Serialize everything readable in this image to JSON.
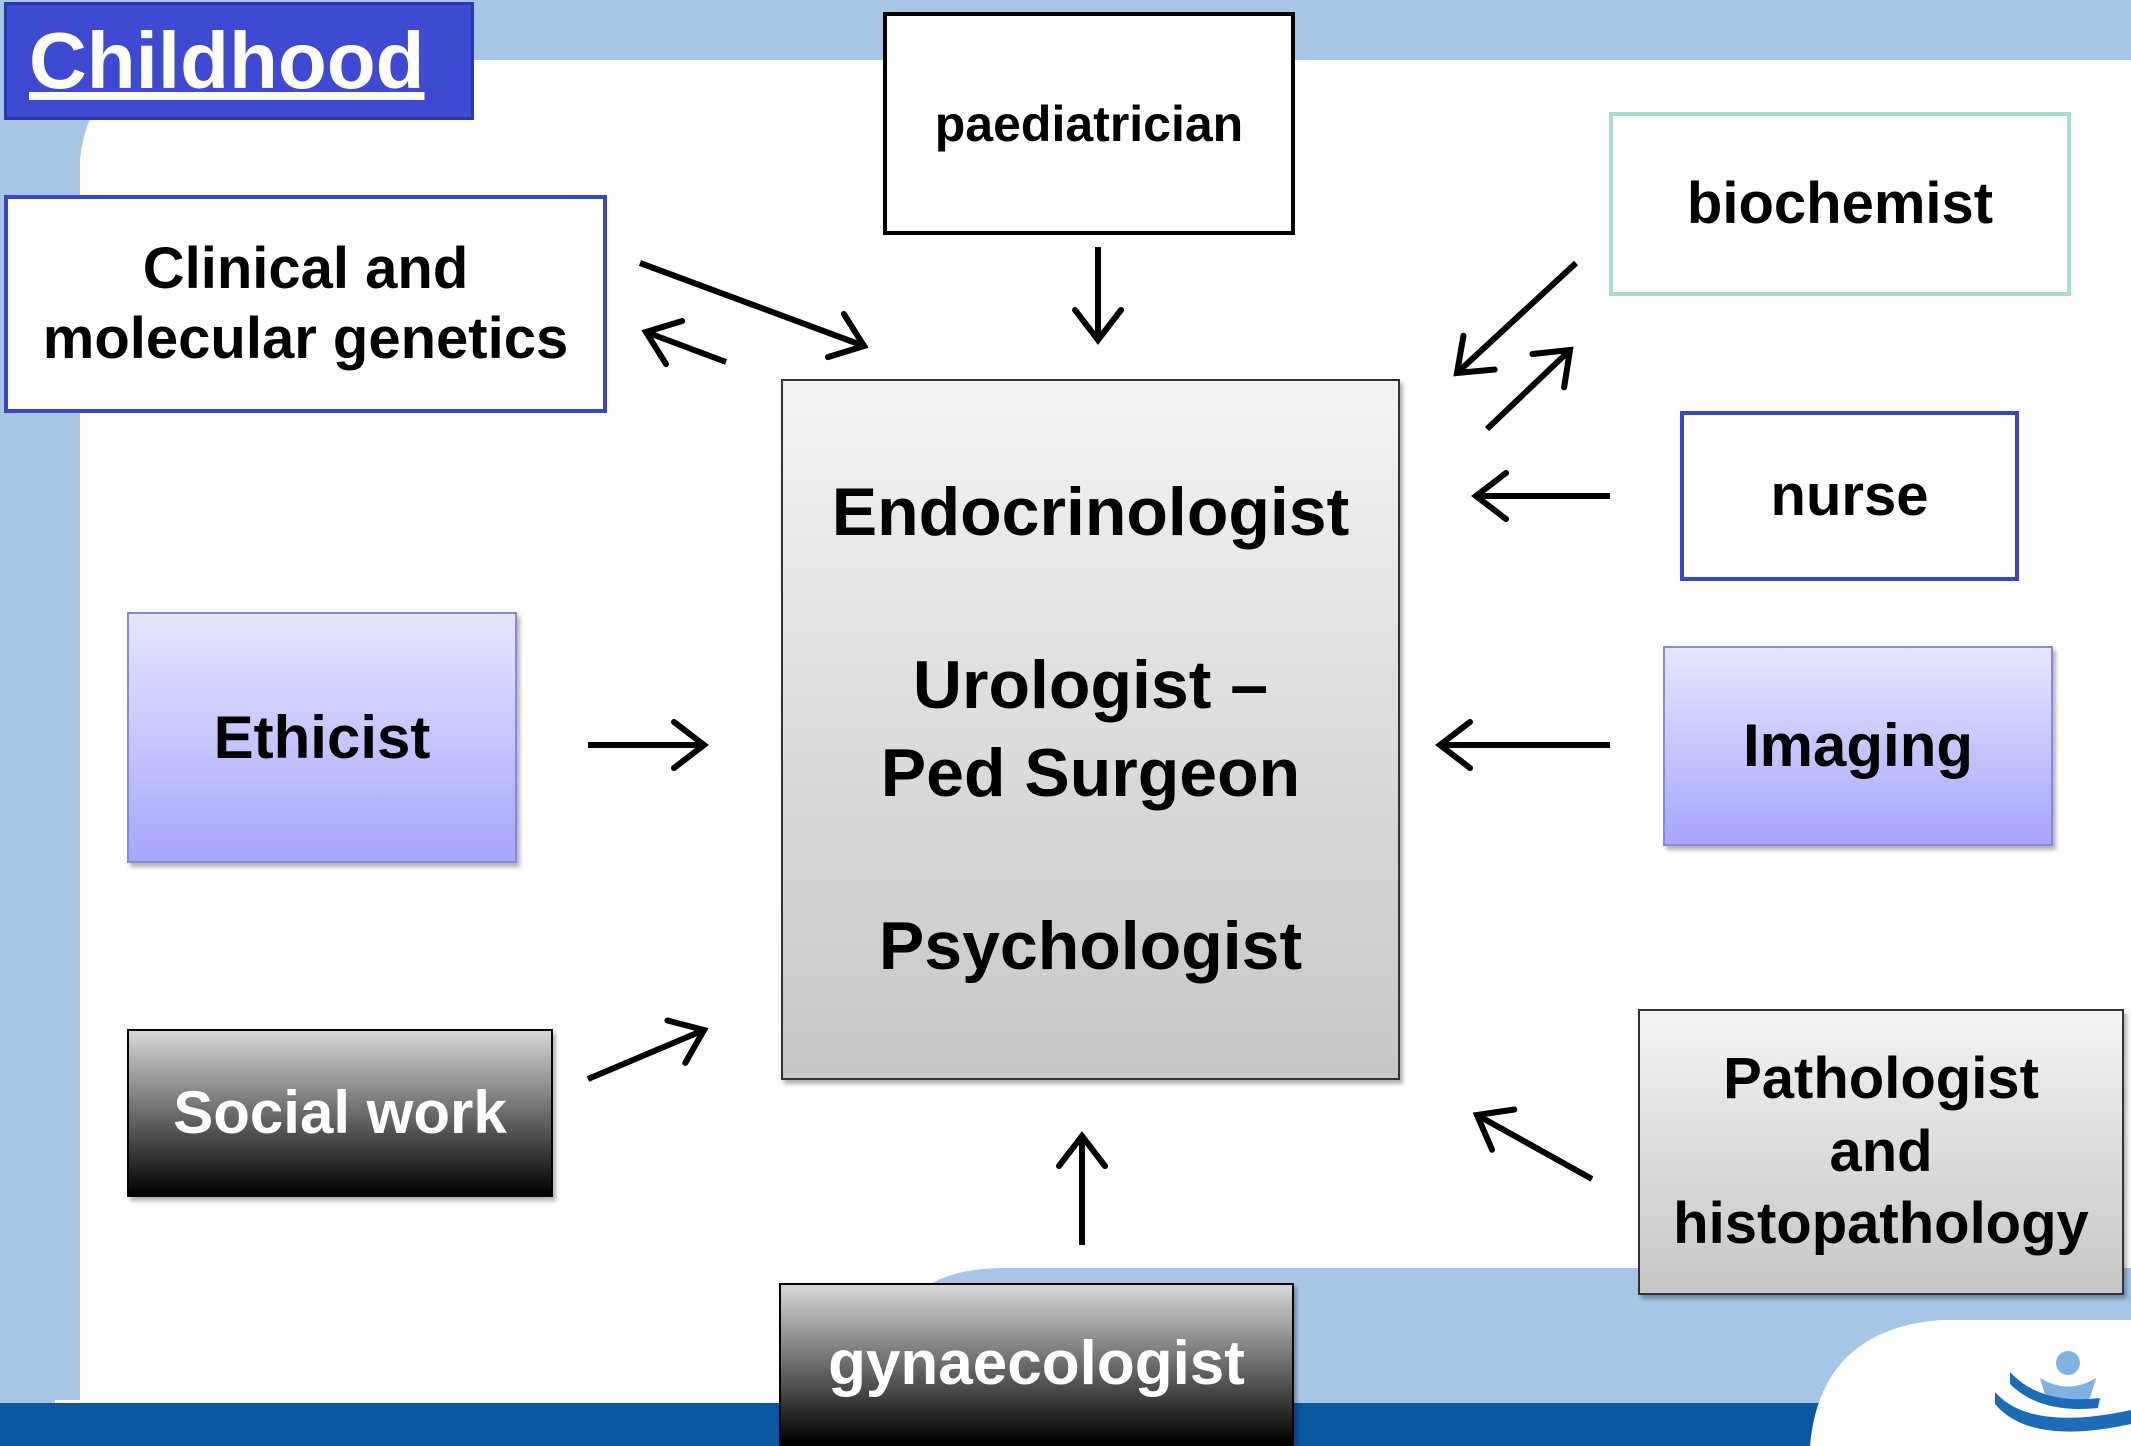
{
  "title": "Childhood",
  "colors": {
    "frame_blue": "#a7c6e6",
    "footer_blue": "#0b57a0",
    "title_bg": "#4049d2",
    "box_blue_border": "#3b45c8",
    "box_teal_border": "#a7dcd3",
    "lavender_top": "#e6e6ff",
    "lavender_bottom": "#a6a6ff",
    "logo_blue": "#1e6cb8",
    "logo_light": "#7fb2e0"
  },
  "center": {
    "line1": "Endocrinologist",
    "line2": "Urologist –",
    "line3": "Ped Surgeon",
    "line4": "Psychologist"
  },
  "nodes": {
    "paediatrician": "paediatrician",
    "genetics_line1": "Clinical and",
    "genetics_line2": "molecular genetics",
    "biochemist": "biochemist",
    "nurse": "nurse",
    "ethicist": "Ethicist",
    "imaging": "Imaging",
    "social_work": "Social work",
    "pathologist_line1": "Pathologist",
    "pathologist_line2": "and",
    "pathologist_line3": "histopathology",
    "gynaecologist": "gynaecologist"
  },
  "logo_icon": "person-in-hands-logo-icon"
}
